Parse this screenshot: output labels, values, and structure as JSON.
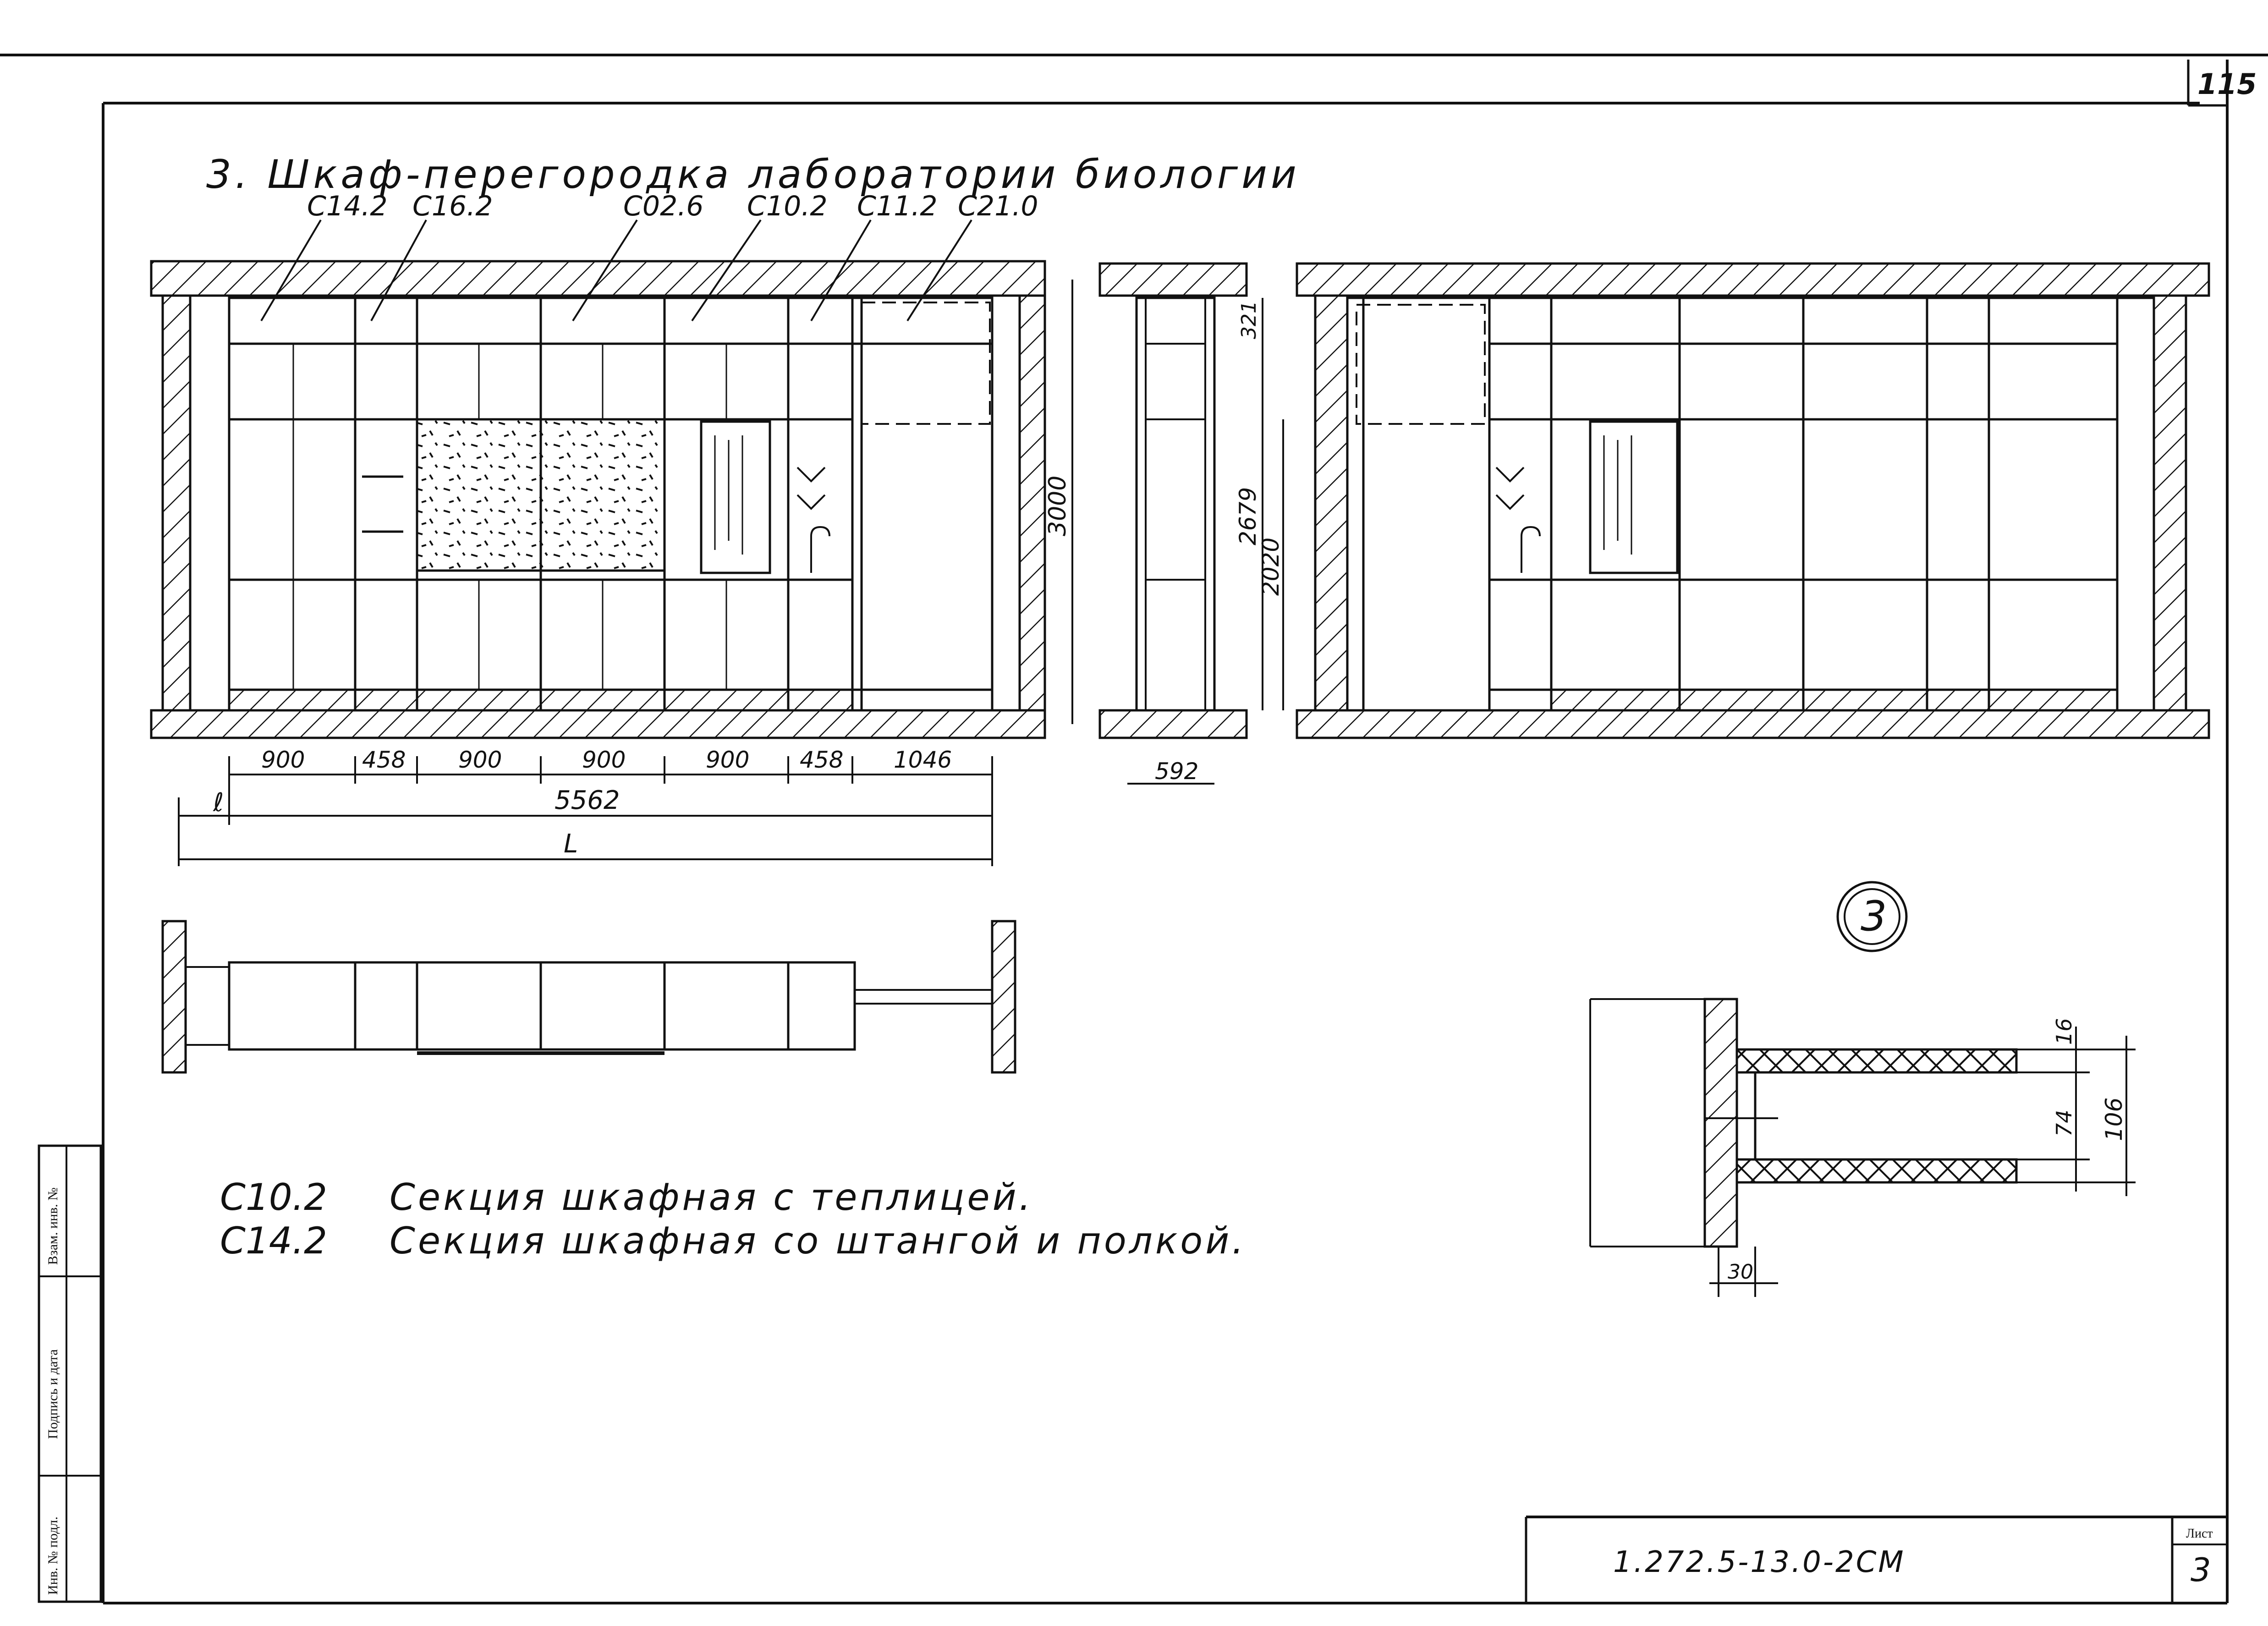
{
  "sheet": {
    "page_number": "115",
    "title": "3. Шкаф-перегородка лаборатории биологии",
    "doc_code": "1.272.5-13.0-2СМ",
    "sheet_label": "Лист",
    "sheet_number": "3"
  },
  "section_labels": [
    "С14.2",
    "С16.2",
    "С02.6",
    "С10.2",
    "С11.2",
    "С21.0"
  ],
  "dimensions": {
    "widths": [
      "900",
      "458",
      "900",
      "900",
      "900",
      "458",
      "1046"
    ],
    "total_width": "5562",
    "l_small": "ℓ",
    "L_big": "L",
    "height_3000": "3000",
    "height_2679": "2679",
    "height_2020": "2020",
    "height_321": "321",
    "depth_592": "592"
  },
  "detail": {
    "callout": "3",
    "dim_16": "16",
    "dim_74": "74",
    "dim_106": "106",
    "dim_30": "30"
  },
  "legend": [
    {
      "code": "С10.2",
      "text": "Секция шкафная с теплицей."
    },
    {
      "code": "С14.2",
      "text": "Секция шкафная со штангой и полкой."
    }
  ],
  "stamp": {
    "inv_podl": "Инв. № подл.",
    "podpis": "Подпись и дата",
    "vzam": "Взам. инв. №"
  }
}
